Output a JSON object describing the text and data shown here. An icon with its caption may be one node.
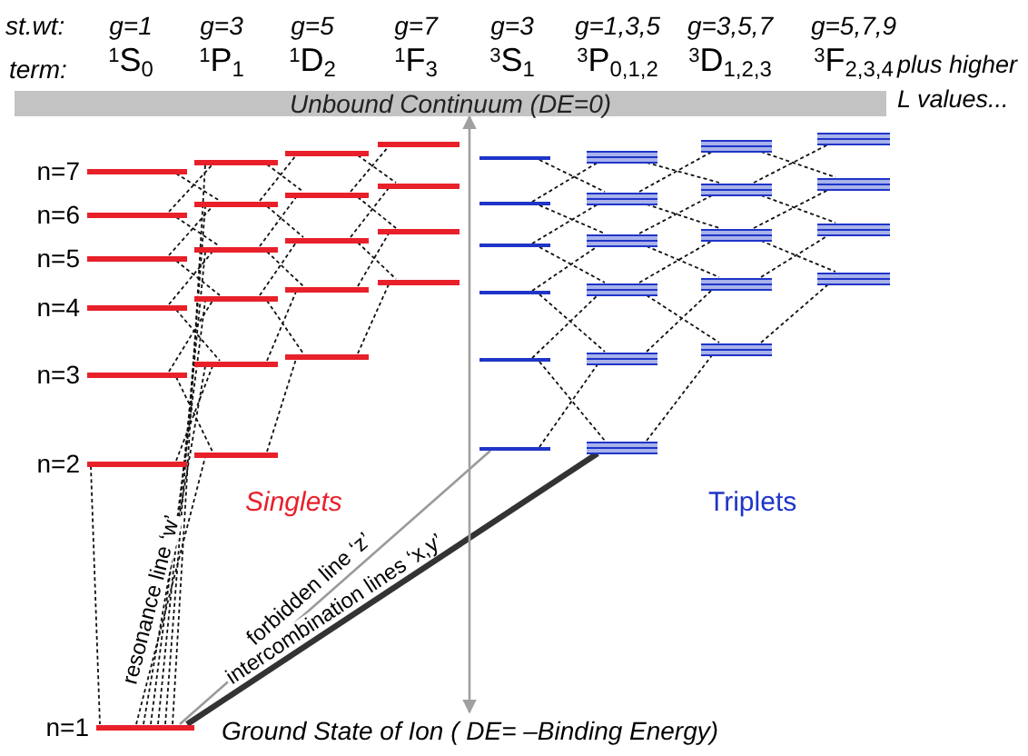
{
  "diagram": {
    "nodes": [
      {
        "text": [
          "Unbound Continuum (DE=0)"
        ]
      },
      {
        "text": [],
        "shape": "bar",
        "beside": [
          "n=1",
          "Ground State of Ion ( DE= –Binding Energy)"
        ]
      },
      {
        "text": [],
        "shape": "bar",
        "beside": [
          "n=2"
        ]
      },
      {
        "text": [],
        "shape": "bar",
        "beside": [
          "n=3"
        ]
      },
      {
        "text": [],
        "shape": "bar",
        "beside": [
          "n=4"
        ]
      },
      {
        "text": [],
        "shape": "bar",
        "beside": [
          "n=5"
        ]
      },
      {
        "text": [],
        "shape": "bar",
        "beside": [
          "n=6"
        ]
      },
      {
        "text": [],
        "shape": "bar",
        "beside": [
          "n=7"
        ]
      },
      {
        "text": [],
        "shape": "bar"
      },
      {
        "text": [],
        "shape": "bar"
      },
      {
        "text": [],
        "shape": "bar"
      },
      {
        "text": [],
        "shape": "bar"
      },
      {
        "text": [],
        "shape": "bar"
      },
      {
        "text": [],
        "shape": "bar"
      },
      {
        "text": [],
        "shape": "bar"
      },
      {
        "text": [],
        "shape": "bar"
      },
      {
        "text": [],
        "shape": "bar"
      },
      {
        "text": [],
        "shape": "bar"
      },
      {
        "text": [],
        "shape": "bar"
      },
      {
        "text": [],
        "shape": "bar"
      },
      {
        "text": [],
        "shape": "bar"
      },
      {
        "text": [],
        "shape": "bar"
      },
      {
        "text": [],
        "shape": "bar"
      },
      {
        "text": [],
        "shape": "bar"
      },
      {
        "text": [],
        "shape": "bar"
      },
      {
        "text": [],
        "shape": "bar"
      },
      {
        "text": [],
        "shape": "bar"
      },
      {
        "text": [],
        "shape": "bar"
      },
      {
        "text": [],
        "shape": "bar"
      },
      {
        "text": [],
        "shape": "bar"
      },
      {
        "text": [],
        "shape": "bar"
      },
      {
        "text": [],
        "shape": "bar"
      },
      {
        "text": [],
        "shape": "bar"
      },
      {
        "text": [],
        "shape": "bar"
      },
      {
        "text": [],
        "shape": "bar"
      },
      {
        "text": [],
        "shape": "bar"
      },
      {
        "text": [],
        "shape": "bar"
      },
      {
        "text": [],
        "shape": "bar"
      },
      {
        "text": [],
        "shape": "bar"
      },
      {
        "text": [],
        "shape": "bar"
      },
      {
        "text": [],
        "shape": "bar"
      },
      {
        "text": [],
        "shape": "bar"
      },
      {
        "text": [],
        "shape": "bar"
      },
      {
        "text": [],
        "shape": "bar"
      }
    ],
    "edges": [
      {
        "from": 2,
        "to": 1,
        "arrow": "none",
        "style": "dashed"
      },
      {
        "from": 1,
        "to": 8,
        "arrow": "none",
        "style": "dashed",
        "label": "resonance line ‘w’"
      },
      {
        "from": 1,
        "to": 9,
        "arrow": "none",
        "style": "dashed"
      },
      {
        "from": 1,
        "to": 10,
        "arrow": "none",
        "style": "dashed"
      },
      {
        "from": 1,
        "to": 11,
        "arrow": "none",
        "style": "dashed"
      },
      {
        "from": 1,
        "to": 12,
        "arrow": "none",
        "style": "dashed"
      },
      {
        "from": 1,
        "to": 13,
        "arrow": "none",
        "style": "dashed"
      },
      {
        "from": 1,
        "to": 23,
        "arrow": "none",
        "color": "#9a9a9a",
        "label": "forbidden line ‘z’"
      },
      {
        "from": 1,
        "to": 29,
        "arrow": "none",
        "style": "thick",
        "label": "intercombination lines ‘x,y’"
      },
      {
        "from": 2,
        "to": 9,
        "arrow": "none",
        "style": "dashed"
      },
      {
        "from": 3,
        "to": 8,
        "arrow": "none",
        "style": "dashed"
      },
      {
        "from": 3,
        "to": 10,
        "arrow": "none",
        "style": "dashed"
      },
      {
        "from": 4,
        "to": 9,
        "arrow": "none",
        "style": "dashed"
      },
      {
        "from": 4,
        "to": 11,
        "arrow": "none",
        "style": "dashed"
      },
      {
        "from": 5,
        "to": 10,
        "arrow": "none",
        "style": "dashed"
      },
      {
        "from": 5,
        "to": 12,
        "arrow": "none",
        "style": "dashed"
      },
      {
        "from": 6,
        "to": 11,
        "arrow": "none",
        "style": "dashed"
      },
      {
        "from": 6,
        "to": 13,
        "arrow": "none",
        "style": "dashed"
      },
      {
        "from": 7,
        "to": 12,
        "arrow": "none",
        "style": "dashed"
      },
      {
        "from": 8,
        "to": 14,
        "arrow": "none",
        "style": "dashed"
      },
      {
        "from": 9,
        "to": 15,
        "arrow": "none",
        "style": "dashed"
      },
      {
        "from": 10,
        "to": 14,
        "arrow": "none",
        "style": "dashed"
      },
      {
        "from": 10,
        "to": 16,
        "arrow": "none",
        "style": "dashed"
      },
      {
        "from": 11,
        "to": 15,
        "arrow": "none",
        "style": "dashed"
      },
      {
        "from": 11,
        "to": 17,
        "arrow": "none",
        "style": "dashed"
      },
      {
        "from": 12,
        "to": 16,
        "arrow": "none",
        "style": "dashed"
      },
      {
        "from": 12,
        "to": 18,
        "arrow": "none",
        "style": "dashed"
      },
      {
        "from": 13,
        "to": 17,
        "arrow": "none",
        "style": "dashed"
      },
      {
        "from": 14,
        "to": 19,
        "arrow": "none",
        "style": "dashed"
      },
      {
        "from": 15,
        "to": 20,
        "arrow": "none",
        "style": "dashed"
      },
      {
        "from": 16,
        "to": 19,
        "arrow": "none",
        "style": "dashed"
      },
      {
        "from": 16,
        "to": 21,
        "arrow": "none",
        "style": "dashed"
      },
      {
        "from": 17,
        "to": 20,
        "arrow": "none",
        "style": "dashed"
      },
      {
        "from": 17,
        "to": 22,
        "arrow": "none",
        "style": "dashed"
      },
      {
        "from": 18,
        "to": 21,
        "arrow": "none",
        "style": "dashed"
      },
      {
        "from": 23,
        "to": 30,
        "arrow": "none",
        "style": "dashed"
      },
      {
        "from": 24,
        "to": 29,
        "arrow": "none",
        "style": "dashed"
      },
      {
        "from": 24,
        "to": 31,
        "arrow": "none",
        "style": "dashed"
      },
      {
        "from": 25,
        "to": 30,
        "arrow": "none",
        "style": "dashed"
      },
      {
        "from": 25,
        "to": 32,
        "arrow": "none",
        "style": "dashed"
      },
      {
        "from": 26,
        "to": 31,
        "arrow": "none",
        "style": "dashed"
      },
      {
        "from": 26,
        "to": 33,
        "arrow": "none",
        "style": "dashed"
      },
      {
        "from": 27,
        "to": 32,
        "arrow": "none",
        "style": "dashed"
      },
      {
        "from": 27,
        "to": 34,
        "arrow": "none",
        "style": "dashed"
      },
      {
        "from": 28,
        "to": 33,
        "arrow": "none",
        "style": "dashed"
      },
      {
        "from": 29,
        "to": 35,
        "arrow": "none",
        "style": "dashed"
      },
      {
        "from": 30,
        "to": 36,
        "arrow": "none",
        "style": "dashed"
      },
      {
        "from": 31,
        "to": 35,
        "arrow": "none",
        "style": "dashed"
      },
      {
        "from": 31,
        "to": 37,
        "arrow": "none",
        "style": "dashed"
      },
      {
        "from": 32,
        "to": 36,
        "arrow": "none",
        "style": "dashed"
      },
      {
        "from": 32,
        "to": 38,
        "arrow": "none",
        "style": "dashed"
      },
      {
        "from": 33,
        "to": 37,
        "arrow": "none",
        "style": "dashed"
      },
      {
        "from": 33,
        "to": 39,
        "arrow": "none",
        "style": "dashed"
      },
      {
        "from": 34,
        "to": 38,
        "arrow": "none",
        "style": "dashed"
      },
      {
        "from": 35,
        "to": 40,
        "arrow": "none",
        "style": "dashed"
      },
      {
        "from": 36,
        "to": 41,
        "arrow": "none",
        "style": "dashed"
      },
      {
        "from": 37,
        "to": 40,
        "arrow": "none",
        "style": "dashed"
      },
      {
        "from": 37,
        "to": 42,
        "arrow": "none",
        "style": "dashed"
      },
      {
        "from": 38,
        "to": 41,
        "arrow": "none",
        "style": "dashed"
      },
      {
        "from": 38,
        "to": 43,
        "arrow": "none",
        "style": "dashed"
      },
      {
        "from": 39,
        "to": 42,
        "arrow": "none",
        "style": "dashed"
      },
      {
        "from": 0,
        "to": 1,
        "arrow": "both",
        "color": "#a0a0a0"
      }
    ],
    "labels": [
      "st.wt:",
      "g=1",
      "g=3",
      "g=5",
      "g=7",
      "g=3",
      "g=1,3,5",
      "g=3,5,7",
      "g=5,7,9",
      "term:",
      "$^{1}$S$_{0}$",
      "$^{1}$P$_{1}$",
      "$^{1}$D$_{2}$",
      "$^{1}$F$_{3}$",
      "$^{3}$S$_{1}$",
      "$^{3}$P$_{0,1,2}$",
      "$^{3}$D$_{1,2,3}$",
      "$^{3}$F$_{2,3,4}$",
      "plus higher L values...",
      "Singlets",
      "Triplets"
    ]
  }
}
